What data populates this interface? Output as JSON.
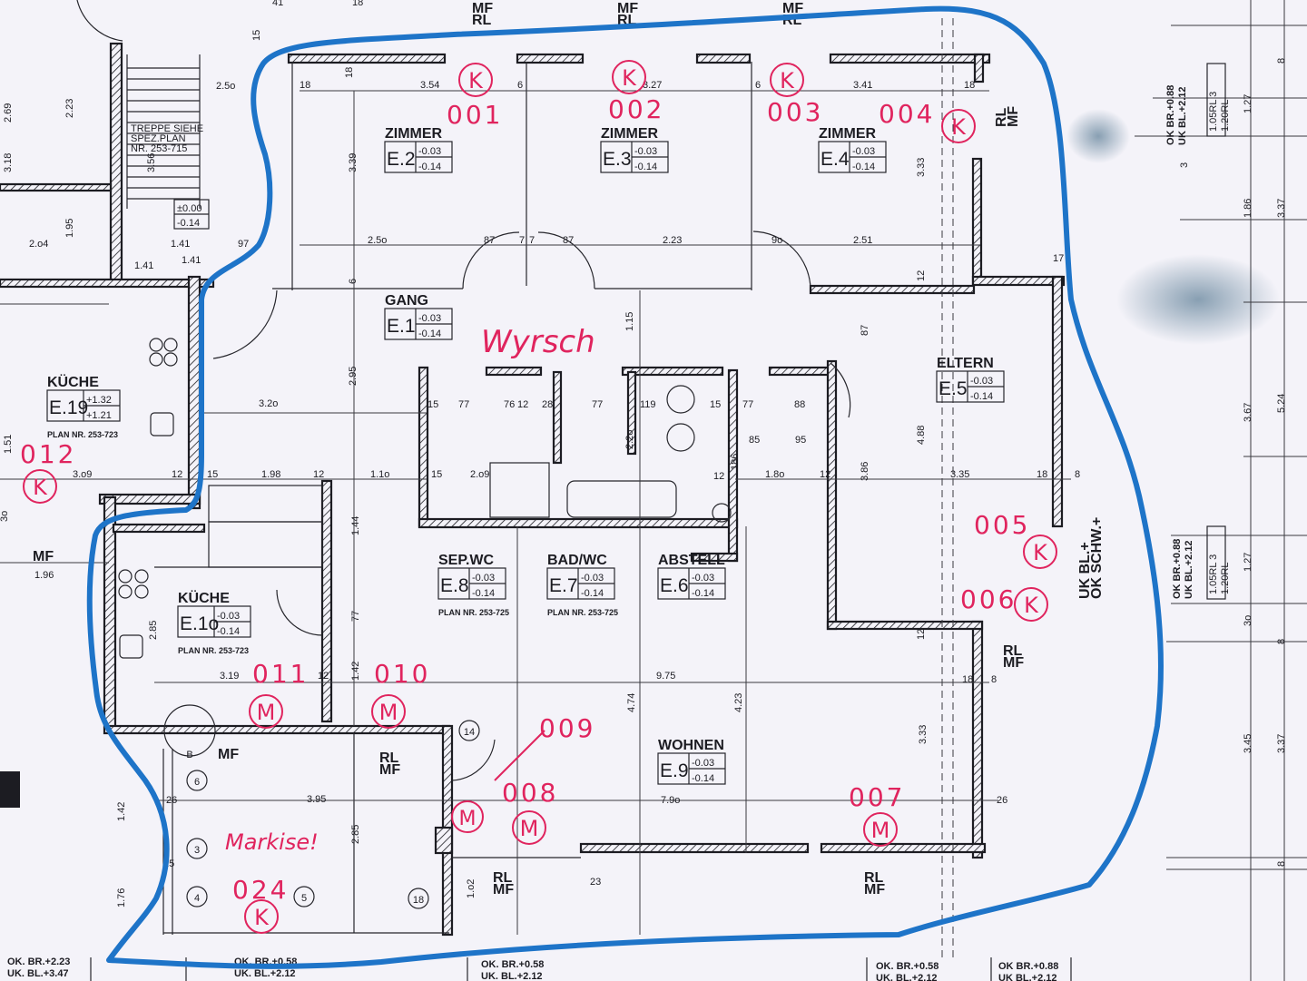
{
  "rooms": [
    {
      "name": "ZIMMER",
      "code": "E.2",
      "level_top": "-0.03",
      "level_bottom": "-0.14"
    },
    {
      "name": "ZIMMER",
      "code": "E.3",
      "level_top": "-0.03",
      "level_bottom": "-0.14"
    },
    {
      "name": "ZIMMER",
      "code": "E.4",
      "level_top": "-0.03",
      "level_bottom": "-0.14"
    },
    {
      "name": "GANG",
      "code": "E.1",
      "level_top": "-0.03",
      "level_bottom": "-0.14"
    },
    {
      "name": "ELTERN",
      "code": "E.5",
      "level_top": "-0.03",
      "level_bottom": "-0.14"
    },
    {
      "name": "KÜCHE",
      "code": "E.19",
      "level_top": "+1.32",
      "level_bottom": "+1.21",
      "plan": "PLAN NR. 253-723"
    },
    {
      "name": "KÜCHE",
      "code": "E.1o",
      "level_top": "-0.03",
      "level_bottom": "-0.14",
      "plan": "PLAN NR. 253-723"
    },
    {
      "name": "SEP.WC",
      "code": "E.8",
      "level_top": "-0.03",
      "level_bottom": "-0.14",
      "plan": "PLAN NR. 253-725"
    },
    {
      "name": "BAD/WC",
      "code": "E.7",
      "level_top": "-0.03",
      "level_bottom": "-0.14",
      "plan": "PLAN NR. 253-725"
    },
    {
      "name": "ABSTELL",
      "code": "E.6",
      "level_top": "-0.03",
      "level_bottom": "-0.14"
    },
    {
      "name": "WOHNEN",
      "code": "E.9",
      "level_top": "-0.03",
      "level_bottom": "-0.14"
    }
  ],
  "stair": {
    "note": [
      "TREPPE SIEHE",
      "SPEZ.PLAN",
      "NR. 253-715"
    ],
    "level_top": "±0.00",
    "level_bottom": "-0.14"
  },
  "annotations": {
    "owner": "Wyrsch",
    "awning": "Markise!",
    "markers": [
      {
        "number": "001",
        "type": "K"
      },
      {
        "number": "002",
        "type": "K"
      },
      {
        "number": "003",
        "type": "K"
      },
      {
        "number": "004",
        "type": "K"
      },
      {
        "number": "005",
        "type": "K"
      },
      {
        "number": "006",
        "type": "K"
      },
      {
        "number": "007",
        "type": "M"
      },
      {
        "number": "008",
        "type": "M"
      },
      {
        "number": "009",
        "type": ""
      },
      {
        "number": "010",
        "type": "M"
      },
      {
        "number": "011",
        "type": "M"
      },
      {
        "number": "012",
        "type": "K"
      },
      {
        "number": "024",
        "type": "K"
      }
    ],
    "extra_marker": "M"
  },
  "axis_bubbles": [
    "14",
    "6",
    "3",
    "4",
    "5",
    "18",
    "B"
  ],
  "labels": [
    "MF\nRL",
    "MF\nRL",
    "MF\nRL",
    "RL\nMF",
    "RL\nMF",
    "RL\nMF",
    "RL\nMF",
    "RL\nMF",
    "MF",
    "MF",
    "UK BL.+\nOK SCHW.+"
  ],
  "window_notes": [
    "OK. BR.+2.23\nUK. BL.+3.47",
    "OK. BR.+0.58\nUK. BL.+2.12",
    "OK. BR.+0.58\nUK. BL.+2.12",
    "OK. BR.+0.58\nUK. BL.+2.12",
    "OK BR.+0.88\nUK BL.+2.12",
    "OK BR.+0.88\nUK BL.+2.12",
    "OK BR.+0.88\nUK BL.+2.12"
  ],
  "window_sizes": [
    "1.05RL 3\n1.20RL",
    "1.05RL 3\n1.20RL"
  ],
  "dimensions": [
    "3.54",
    "6",
    "3.27",
    "6",
    "3.41",
    "18",
    "18",
    "18",
    "3.39",
    "3.33",
    "2.5o",
    "87",
    "7",
    "7",
    "87",
    "2.23",
    "9o",
    "2.51",
    "12",
    "6",
    "1.15",
    "87",
    "3.2o",
    "2.95",
    "77",
    "76",
    "12",
    "28",
    "15",
    "77",
    "119",
    "15",
    "77",
    "88",
    "85",
    "95",
    "2.2o",
    "12",
    "186",
    "1.8o",
    "12",
    "3.86",
    "4.88",
    "3.35",
    "18",
    "8",
    "15",
    "1.98",
    "12",
    "1.1o",
    "15",
    "2.o9",
    "3.o9",
    "12",
    "1.96",
    "1.44",
    "77",
    "1.42",
    "3.19",
    "12",
    "2.85",
    "9.75",
    "4.74",
    "4.23",
    "3.33",
    "12",
    "18",
    "8",
    "26",
    "7.9o",
    "3.95",
    "2.85",
    "1.42",
    "1.76",
    "26",
    "25",
    "1.o2",
    "23",
    "3.56",
    "2.5o",
    "1.41",
    "1.41",
    "97",
    "2.o4",
    "1.95",
    "2.23",
    "2.69",
    "1.51",
    "3.18",
    "1.27",
    "1.86",
    "3.37",
    "3.67",
    "5.24",
    "1.27",
    "3.45",
    "3.37",
    "3o",
    "3",
    "8",
    "8",
    "8",
    "3o",
    "41",
    "18",
    "15",
    "1.41",
    "17"
  ],
  "colors": {
    "annotation_red": "#e0245e",
    "outline_blue": "#1e74c8",
    "ink": "#1c1c22",
    "paper": "#f4f3f9"
  }
}
